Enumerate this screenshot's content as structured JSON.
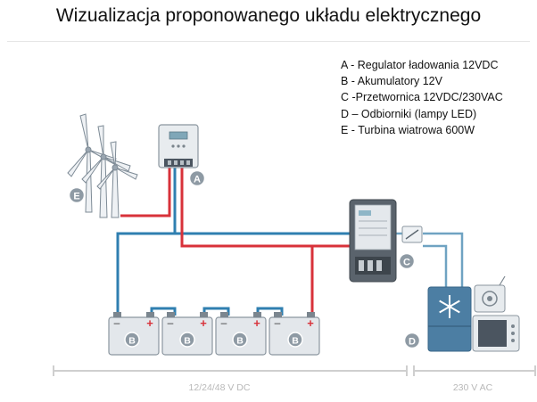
{
  "title": "Wizualizacja proponowanego układu elektrycznego",
  "legend": [
    "A - Regulator ładowania 12VDC",
    "B - Akumulatory 12V",
    "C  -Przetwornica 12VDC/230VAC",
    "D – Odbiorniki (lampy LED)",
    "E - Turbina wiatrowa 600W"
  ],
  "markers": {
    "regulator": "A",
    "battery": "B",
    "inverter": "C",
    "loads": "D",
    "turbine": "E"
  },
  "battery_terminals": {
    "negative": "–",
    "positive": "+"
  },
  "sections": {
    "dc": "12/24/48 V DC",
    "ac": "230 V AC"
  },
  "colors": {
    "positive_wire": "#d8323a",
    "negative_wire": "#2f7fb0",
    "ac_wire": "#6fa3c2",
    "device_fill": "#e4e8ec",
    "device_dark": "#4b5560",
    "section_bar": "#c9c9c9",
    "appliance_blue": "#4c7ea3"
  }
}
